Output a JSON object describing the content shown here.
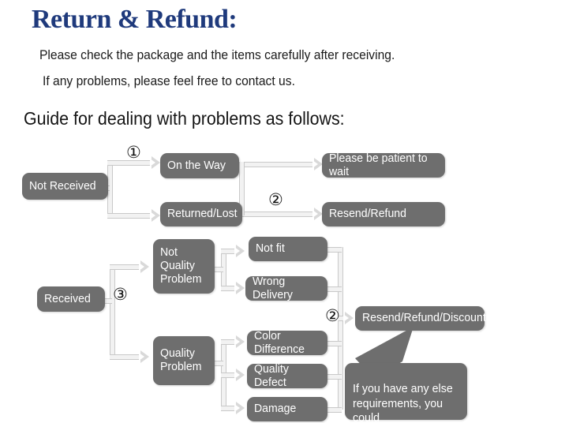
{
  "header": {
    "title": "Return & Refund:",
    "line1": "Please check the package and the items carefully after receiving.",
    "line2": "If any problems, please feel free to contact us.",
    "guide": "Guide for dealing with problems as follows:"
  },
  "colors": {
    "title": "#1f3a7c",
    "node_fill": "#6e6e6e",
    "node_text": "#ffffff",
    "connector": "#c9c9c9"
  },
  "markers": {
    "one": "①",
    "two": "②",
    "two_b": "②",
    "three": "③"
  },
  "flow": {
    "nodes": [
      {
        "id": "not-received",
        "label": "Not Received"
      },
      {
        "id": "on-the-way",
        "label": "On the Way"
      },
      {
        "id": "returned-lost",
        "label": "Returned/Lost"
      },
      {
        "id": "please-be-patient",
        "label": "Please be patient to wait"
      },
      {
        "id": "resend-refund",
        "label": "Resend/Refund"
      },
      {
        "id": "received",
        "label": "Received"
      },
      {
        "id": "not-quality-problem",
        "label": "Not\nQuality\nProblem"
      },
      {
        "id": "quality-problem",
        "label": "Quality\nProblem"
      },
      {
        "id": "not-fit",
        "label": "Not fit"
      },
      {
        "id": "wrong-delivery",
        "label": "Wrong Delivery"
      },
      {
        "id": "color-difference",
        "label": "Color Difference"
      },
      {
        "id": "quality-defect",
        "label": "Quality Defect"
      },
      {
        "id": "damage",
        "label": "Damage"
      },
      {
        "id": "resend-refund-discount",
        "label": "Resend/Refund/Discount"
      }
    ]
  },
  "callout": {
    "text": "If you have any else\nrequirements, you could\nalso tell us!"
  }
}
